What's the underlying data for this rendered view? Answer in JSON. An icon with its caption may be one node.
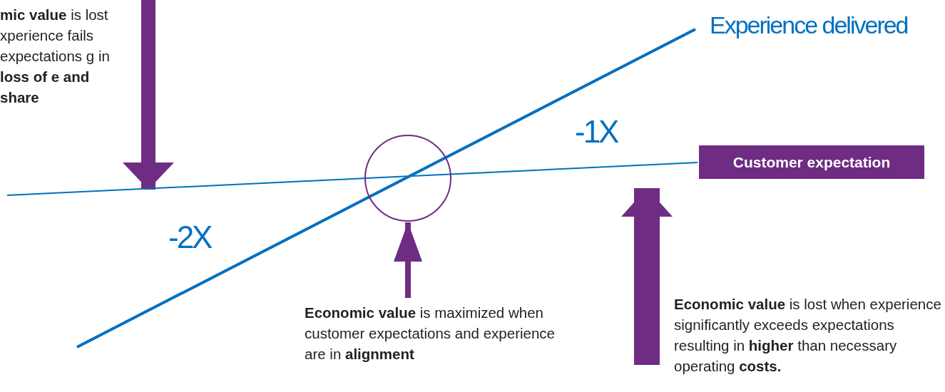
{
  "diagram": {
    "nodes": [
      {
        "text": [
          "**mic value** is lost xperience fails expectations g in **loss of e and share**"
        ]
      },
      {
        "text": [
          "Experience delivered"
        ]
      },
      {
        "text": [
          "Customer expectation"
        ]
      },
      {
        "text": [],
        "shape": "circle"
      },
      {
        "text": [
          "**Economic value** is maximized when customer expectations and experience are in **alignment**"
        ]
      },
      {
        "text": [
          "**Economic value** is lost when experience significantly exceeds expectations resulting in **higher** than necessary operating **costs.**"
        ]
      }
    ],
    "edges": [
      {
        "from": 0,
        "to": null,
        "arrow": "to",
        "style": "thick"
      },
      {
        "from": 4,
        "to": 3,
        "arrow": "to"
      },
      {
        "from": 5,
        "to": 2,
        "arrow": "to",
        "style": "thick"
      },
      {
        "from": null,
        "to": 1,
        "arrow": "none",
        "color": "#0070c0"
      },
      {
        "from": null,
        "to": 2,
        "arrow": "none",
        "color": "#0070c0"
      }
    ],
    "labels": [
      "-1X",
      "-2X"
    ]
  }
}
